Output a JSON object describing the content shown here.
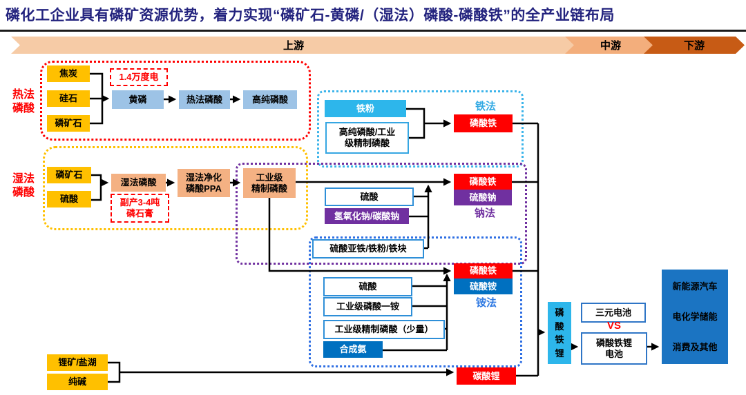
{
  "title": "磷化工企业具有磷矿资源优势，着力实现“磷矿石-黄磷/（湿法）磷酸-磷酸铁”的全产业链布局",
  "banner": {
    "upstream": "上游",
    "midstream": "中游",
    "downstream": "下游"
  },
  "thermal_section": {
    "label": "热法\n磷酸",
    "inputs": [
      "焦炭",
      "硅石",
      "磷矿石"
    ],
    "note": "1.4万度电",
    "chain": [
      "黄磷",
      "热法磷酸",
      "高纯磷酸"
    ]
  },
  "wet_section": {
    "label": "湿法\n磷酸",
    "inputs": [
      "磷矿石",
      "硫酸"
    ],
    "chain": [
      "湿法磷酸",
      "湿法净化\n磷酸PPA",
      "工业级\n精制磷酸"
    ],
    "note": "副产3-4吨\n磷石膏"
  },
  "iron_route": {
    "label": "铁法",
    "inputs": [
      "铁粉",
      "高纯磷酸/工业\n级精制磷酸"
    ],
    "product": "磷酸铁"
  },
  "sodium_route": {
    "label": "钠法",
    "inputs": [
      "硫酸",
      "氢氧化钠/碳酸钠",
      "硫酸亚铁/铁粉/铁块"
    ],
    "product": "磷酸铁",
    "byproduct": "硫酸钠"
  },
  "ammonium_route": {
    "label": "铵法",
    "inputs": [
      "硫酸",
      "工业级磷酸一铵",
      "工业级精制磷酸（少量）",
      "合成氨"
    ],
    "product": "磷酸铁",
    "byproduct": "硫酸铵"
  },
  "lithium_section": {
    "inputs": [
      "锂矿/盐湖",
      "纯碱"
    ],
    "product": "碳酸锂"
  },
  "downstream_chain": {
    "lfp": "磷\n酸\n铁\n锂",
    "ternary_battery": "三元电池",
    "vs": "VS",
    "lfp_battery": "磷酸铁锂\n电池",
    "applications": "新能源汽车\n电化学储能\n消费及其他"
  },
  "colors": {
    "yellow": "#FFC000",
    "orange": "#F4B183",
    "light_blue": "#9DC3E6",
    "cyan": "#2DB6EB",
    "red": "#FF0000",
    "purple": "#7030A0",
    "blue": "#0070C0",
    "deep_blue": "#1B74C2",
    "banner_upstream": "#F6CBA6",
    "banner_midstream": "#F3AE7C",
    "banner_downstream": "#C75B15",
    "title_navy": "#23237E",
    "iron_label_blue": "#31A9E3",
    "ammonium_label_blue": "#2F79E2"
  }
}
